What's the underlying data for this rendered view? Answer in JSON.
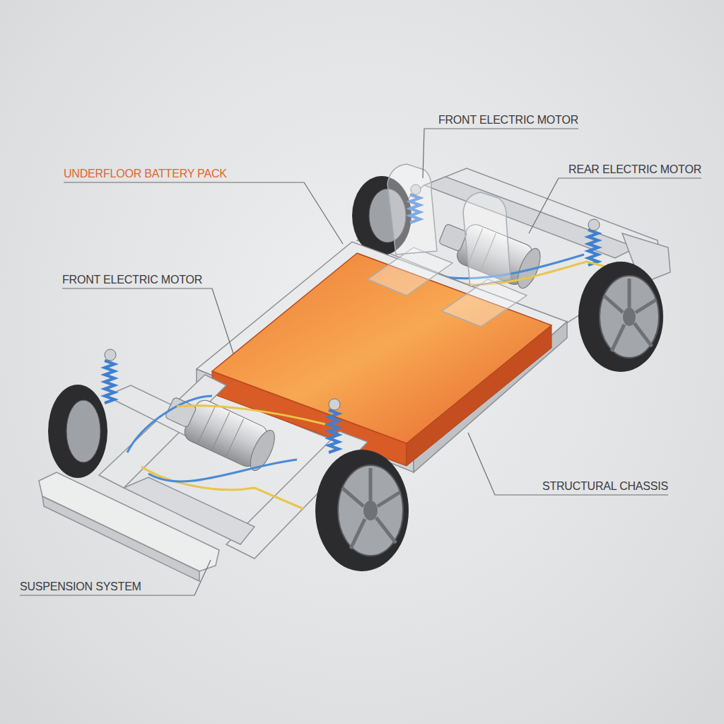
{
  "diagram": {
    "labels": [
      "FRONT ELECTRIC MOTOR",
      "UNDERFLOOR BATTERY PACK",
      "REAR ELECTRIC MOTOR",
      "FRONT ELECTRIC MOTOR",
      "STRUCTURAL CHASSIS",
      "SUSPENSION SYSTEM"
    ]
  }
}
